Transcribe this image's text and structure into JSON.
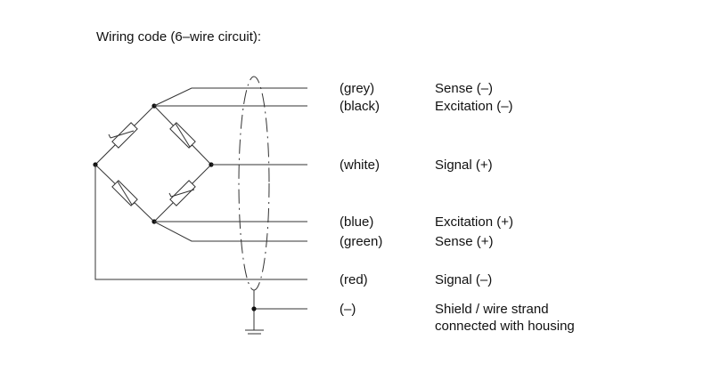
{
  "title": "Wiring code (6–wire circuit):",
  "wires": [
    {
      "color": "(grey)",
      "function": "Sense (–)"
    },
    {
      "color": "(black)",
      "function": "Excitation (–)"
    },
    {
      "color": "(white)",
      "function": "Signal (+)"
    },
    {
      "color": "(blue)",
      "function": "Excitation (+)"
    },
    {
      "color": "(green)",
      "function": "Sense (+)"
    },
    {
      "color": "(red)",
      "function": "Signal (–)"
    },
    {
      "color": "(–)",
      "function": "Shield / wire strand",
      "function_line2": "connected with housing"
    }
  ]
}
